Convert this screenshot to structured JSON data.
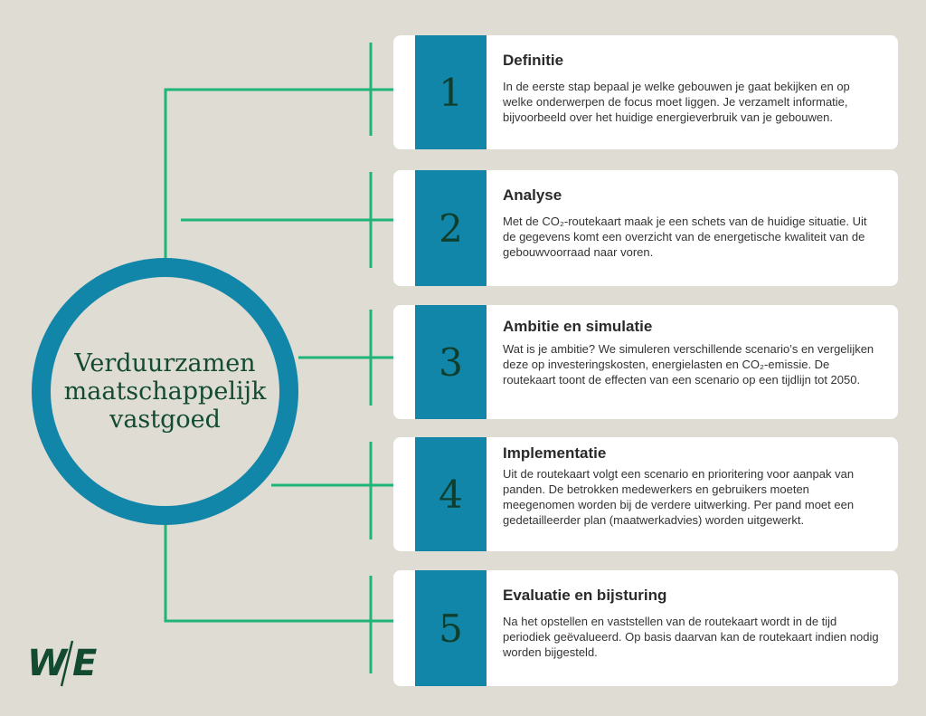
{
  "center": {
    "title_lines": [
      "Verduurzamen",
      "maatschappelijk",
      "vastgoed"
    ]
  },
  "steps": [
    {
      "number": "1",
      "title": "Definitie",
      "text": "In de eerste stap bepaal je welke gebouwen je gaat bekijken en op welke onderwerpen de focus moet liggen. Je verzamelt informatie, bijvoorbeeld over het huidige energieverbruik van je gebouwen."
    },
    {
      "number": "2",
      "title": "Analyse",
      "text": "Met de CO₂-routekaart maak je een schets van de huidige situatie. Uit de gegevens komt een overzicht van de energetische kwaliteit van de gebouwvoorraad naar voren."
    },
    {
      "number": "3",
      "title": "Ambitie en simulatie",
      "text": "Wat is je ambitie? We simuleren verschillende scenario’s en vergelijken deze op investeringskosten, energielasten en CO₂-emissie. De routekaart toont de effecten van een scenario op een tijdlijn tot 2050."
    },
    {
      "number": "4",
      "title": "Implementatie",
      "text": "Uit de routekaart volgt een scenario en prioritering voor aanpak van panden. De betrokken medewerkers en gebruikers moeten meegenomen worden bij de verdere uitwerking. Per pand moet een gedetailleerder plan (maatwerkadvies) worden uitgewerkt."
    },
    {
      "number": "5",
      "title": "Evaluatie en bijsturing",
      "text": "Na het opstellen en vaststellen van de routekaart wordt in de tijd periodiek geëvalueerd. Op basis daarvan kan de routekaart indien nodig worden bijgesteld."
    }
  ],
  "logo": {
    "text": "W/E"
  },
  "colors": {
    "background": "#dedcd3",
    "accent_blue": "#1186a9",
    "connector_green": "#1fb57a",
    "dark_green": "#124a32",
    "card": "#ffffff"
  }
}
